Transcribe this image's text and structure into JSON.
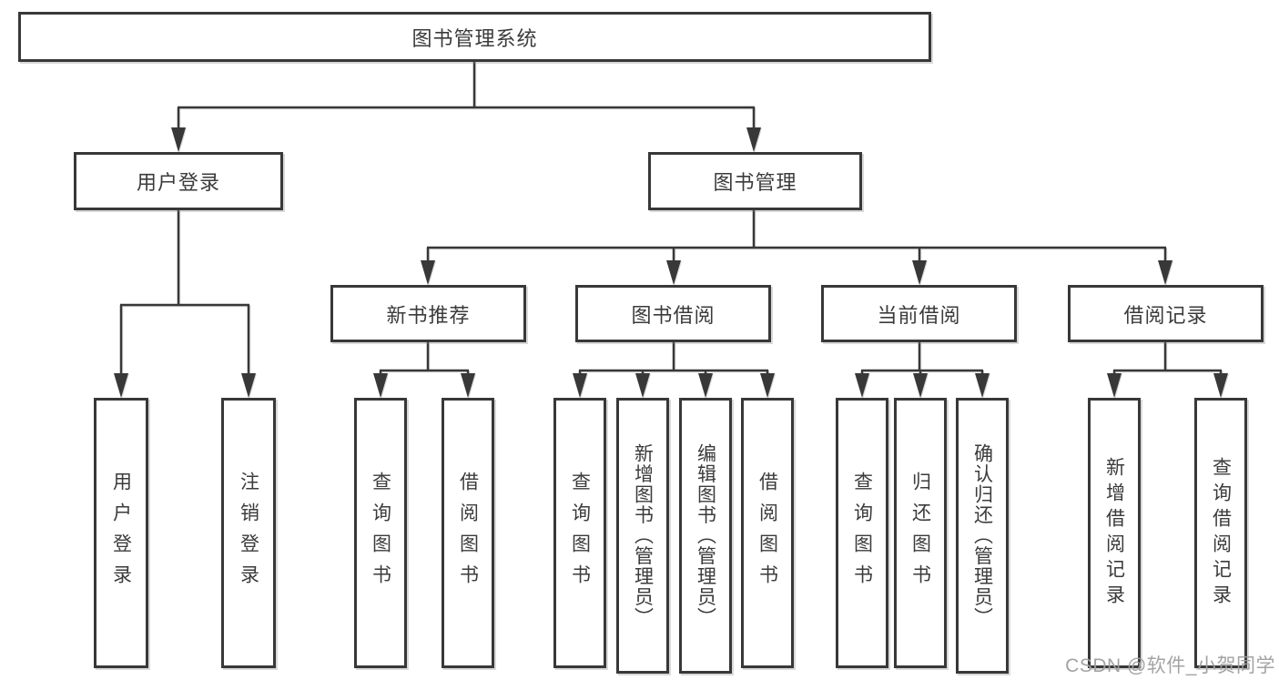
{
  "diagram": {
    "root": {
      "label": "图书管理系统"
    },
    "branches": [
      {
        "label": "用户登录",
        "children": [
          {
            "label": "用户登录"
          },
          {
            "label": "注销登录"
          }
        ]
      },
      {
        "label": "图书管理",
        "children": [
          {
            "label": "新书推荐",
            "children": [
              {
                "label": "查询图书"
              },
              {
                "label": "借阅图书"
              }
            ]
          },
          {
            "label": "图书借阅",
            "children": [
              {
                "label": "查询图书"
              },
              {
                "label": "新增图书（管理员）"
              },
              {
                "label": "编辑图书（管理员）"
              },
              {
                "label": "借阅图书"
              }
            ]
          },
          {
            "label": "当前借阅",
            "children": [
              {
                "label": "查询图书"
              },
              {
                "label": "归还图书"
              },
              {
                "label": "确认归还（管理员）"
              }
            ]
          },
          {
            "label": "借阅记录",
            "children": [
              {
                "label": "新增借阅记录"
              },
              {
                "label": "查询借阅记录"
              }
            ]
          }
        ]
      }
    ],
    "watermark": "CSDN @软件_小贺同学",
    "colors": {
      "line": "#383838",
      "text": "#3b3b3b",
      "watermark": "#9e9e9e",
      "background": "#ffffff"
    }
  }
}
